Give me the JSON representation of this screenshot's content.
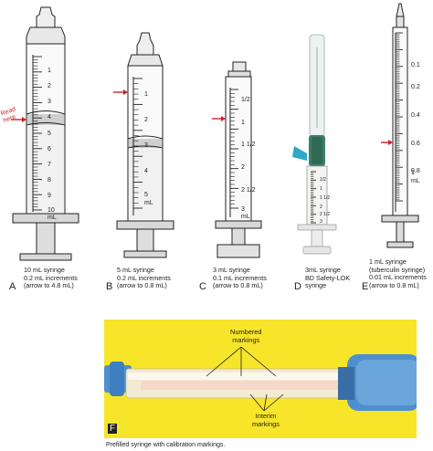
{
  "read_here": "Read here",
  "syringes": [
    {
      "letter": "A",
      "caption_lines": [
        "10 mL syringe",
        "0.2 mL increments",
        "(arrow to 4.8 mL)"
      ],
      "scale_labels": [
        "1",
        "2",
        "3",
        "4",
        "5",
        "6",
        "7",
        "8",
        "9",
        "10",
        "mL"
      ]
    },
    {
      "letter": "B",
      "caption_lines": [
        "5 mL syringe",
        "0.2 mL increments",
        "(arrow to 0.8 mL)"
      ],
      "scale_labels": [
        "1",
        "2",
        "3",
        "4",
        "5",
        "mL"
      ]
    },
    {
      "letter": "C",
      "caption_lines": [
        "3 mL syringe",
        "0.1 mL increments",
        "(arrow to 0.8 mL)"
      ],
      "scale_labels": [
        "1/2",
        "1",
        "1 1/2",
        "2",
        "2 1/2",
        "3",
        "mL"
      ]
    },
    {
      "letter": "D",
      "caption_lines": [
        "3mL syringe",
        "BD Safety-LOK",
        "syringe"
      ],
      "scale_labels": [
        "1/2",
        "1",
        "1 1/2",
        "2",
        "2 1/2",
        "3"
      ]
    },
    {
      "letter": "E",
      "caption_lines": [
        "1 mL syringe",
        "(tuberculin syringe)",
        "0.01 mL increments",
        "(arrow to 0.8 mL)"
      ],
      "scale_labels": [
        "0.1",
        "0.2",
        "0.4",
        "0.6",
        "0.8",
        "1",
        "mL"
      ]
    }
  ],
  "photo": {
    "letter": "F",
    "numbered_label_lines": [
      "Numbered",
      "markings"
    ],
    "interim_label_lines": [
      "Interim",
      "markings"
    ],
    "caption": "Prefilled syringe with calibration markings."
  },
  "colors": {
    "arrow": "#d0202a",
    "photo_background": "#f7e52a",
    "photo_cap_blue": "#4f8fcf"
  }
}
